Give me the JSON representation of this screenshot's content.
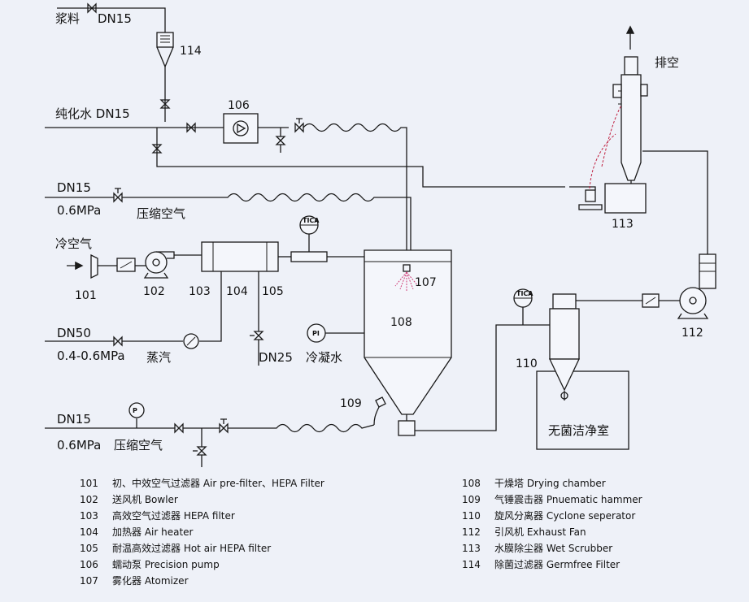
{
  "labels": {
    "slurry": "浆料",
    "slurry_dn": "DN15",
    "pure_water": "纯化水 DN15",
    "air1_dn": "DN15",
    "air1_p": "0.6MPa",
    "air1_name": "压缩空气",
    "cold_air": "冷空气",
    "steam_dn": "DN50",
    "steam_p": "0.4-0.6MPa",
    "steam_name": "蒸汽",
    "cond_dn": "DN25",
    "cond_name": "冷凝水",
    "air2_dn": "DN15",
    "air2_p": "0.6MPa",
    "air2_name": "压缩空气",
    "exhaust": "排空",
    "cleanroom": "无菌洁净室",
    "tica": "TICA",
    "pi": "PI"
  },
  "equipment_numbers": {
    "n101": "101",
    "n102": "102",
    "n103": "103",
    "n104": "104",
    "n105": "105",
    "n106": "106",
    "n107": "107",
    "n108": "108",
    "n109": "109",
    "n110": "110",
    "n112": "112",
    "n113": "113",
    "n114": "114"
  },
  "legend_left": [
    {
      "code": "101",
      "text": "初、中效空气过滤器 Air pre-filter、HEPA Filter"
    },
    {
      "code": "102",
      "text": "送风机  Bowler"
    },
    {
      "code": "103",
      "text": "高效空气过滤器  HEPA filter"
    },
    {
      "code": "104",
      "text": "加热器   Air heater"
    },
    {
      "code": "105",
      "text": "耐温高效过滤器  Hot air HEPA filter"
    },
    {
      "code": "106",
      "text": "蠕动泵  Precision pump"
    },
    {
      "code": "107",
      "text": "雾化器  Atomizer"
    }
  ],
  "legend_right": [
    {
      "code": "108",
      "text": "干燥塔  Drying chamber"
    },
    {
      "code": "109",
      "text": "气锤震击器  Pnuematic hammer"
    },
    {
      "code": "110",
      "text": "旋风分离器  Cyclone seperator"
    },
    {
      "code": "112",
      "text": "引风机  Exhaust Fan"
    },
    {
      "code": "113",
      "text": "水膜除尘器  Wet Scrubber"
    },
    {
      "code": "114",
      "text": "除菌过滤器  Germfree Filter"
    }
  ],
  "colors": {
    "background": "#eef1f8",
    "line": "#1a1a1a",
    "spray": "#d0407a",
    "dashed": "#c02040"
  }
}
